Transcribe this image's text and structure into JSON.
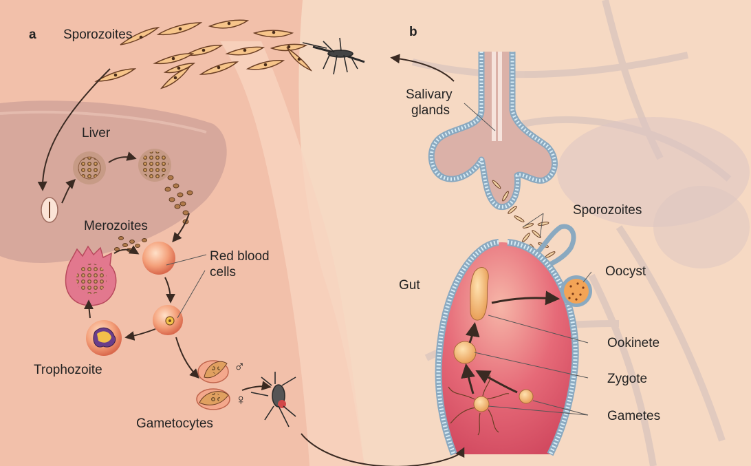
{
  "panels": {
    "a": "a",
    "b": "b"
  },
  "labels": {
    "sporozoites_a": "Sporozoites",
    "liver": "Liver",
    "merozoites": "Merozoites",
    "red_blood_cells_line1": "Red blood",
    "red_blood_cells_line2": "cells",
    "trophozoite": "Trophozoite",
    "gametocytes": "Gametocytes",
    "salivary_line1": "Salivary",
    "salivary_line2": "glands",
    "sporozoites_b": "Sporozoites",
    "oocyst": "Oocyst",
    "gut": "Gut",
    "ookinete": "Ookinete",
    "zygote": "Zygote",
    "gametes": "Gametes"
  },
  "symbols": {
    "male": "♂",
    "female": "♀"
  },
  "colors": {
    "background": "#f6d9c3",
    "body": "#f1bfa9",
    "liver": "#d9aa9e",
    "gut_fill": "#e0586a",
    "gut_wall": "#a9d3e6",
    "cell_fill": "#f0a87a",
    "parasite": "#e8b04a",
    "arrow": "#3a2a22"
  }
}
